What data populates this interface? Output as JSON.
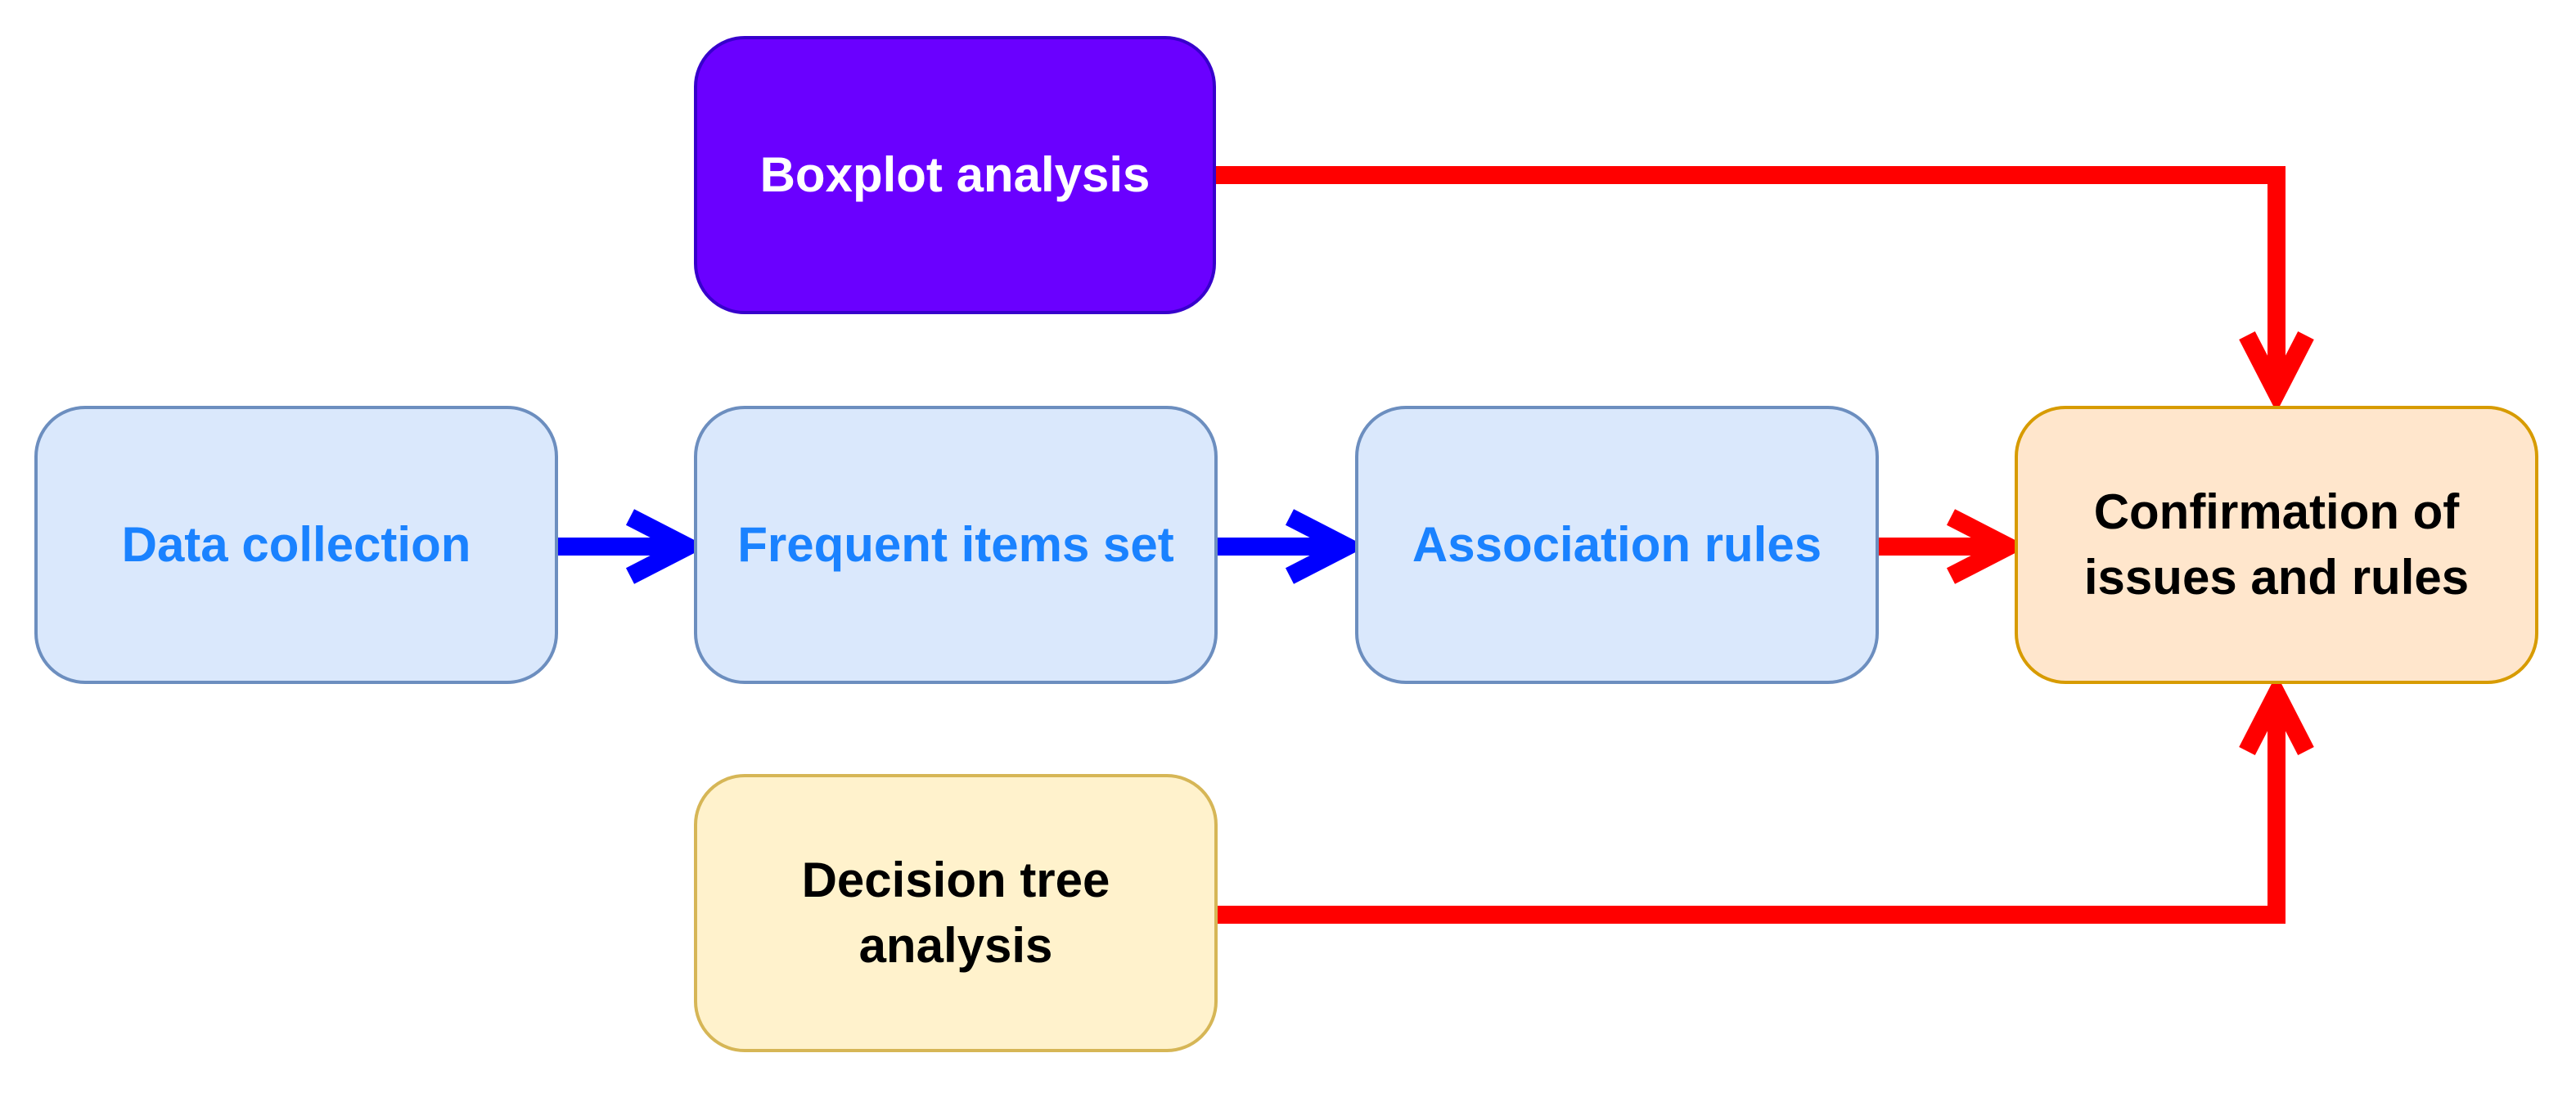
{
  "diagram": {
    "nodes": {
      "data_collection": "Data collection",
      "frequent_items_set": "Frequent items set",
      "association_rules": "Association rules",
      "confirmation": "Confirmation of\nissues and rules",
      "boxplot_analysis": "Boxplot analysis",
      "decision_tree": "Decision tree\nanalysis"
    },
    "colors": {
      "blue_fill": "#dae8fc",
      "blue_text": "#1a82ff",
      "purple_fill": "#6a00ff",
      "orange_fill": "#ffe6cc",
      "yellow_fill": "#fff2cc",
      "blue_arrow": "#0000ff",
      "red_arrow": "#ff0000"
    },
    "edges": [
      {
        "from": "data_collection",
        "to": "frequent_items_set",
        "color": "blue"
      },
      {
        "from": "frequent_items_set",
        "to": "association_rules",
        "color": "blue"
      },
      {
        "from": "association_rules",
        "to": "confirmation",
        "color": "red"
      },
      {
        "from": "boxplot_analysis",
        "to": "confirmation",
        "color": "red"
      },
      {
        "from": "decision_tree",
        "to": "confirmation",
        "color": "red"
      }
    ]
  }
}
